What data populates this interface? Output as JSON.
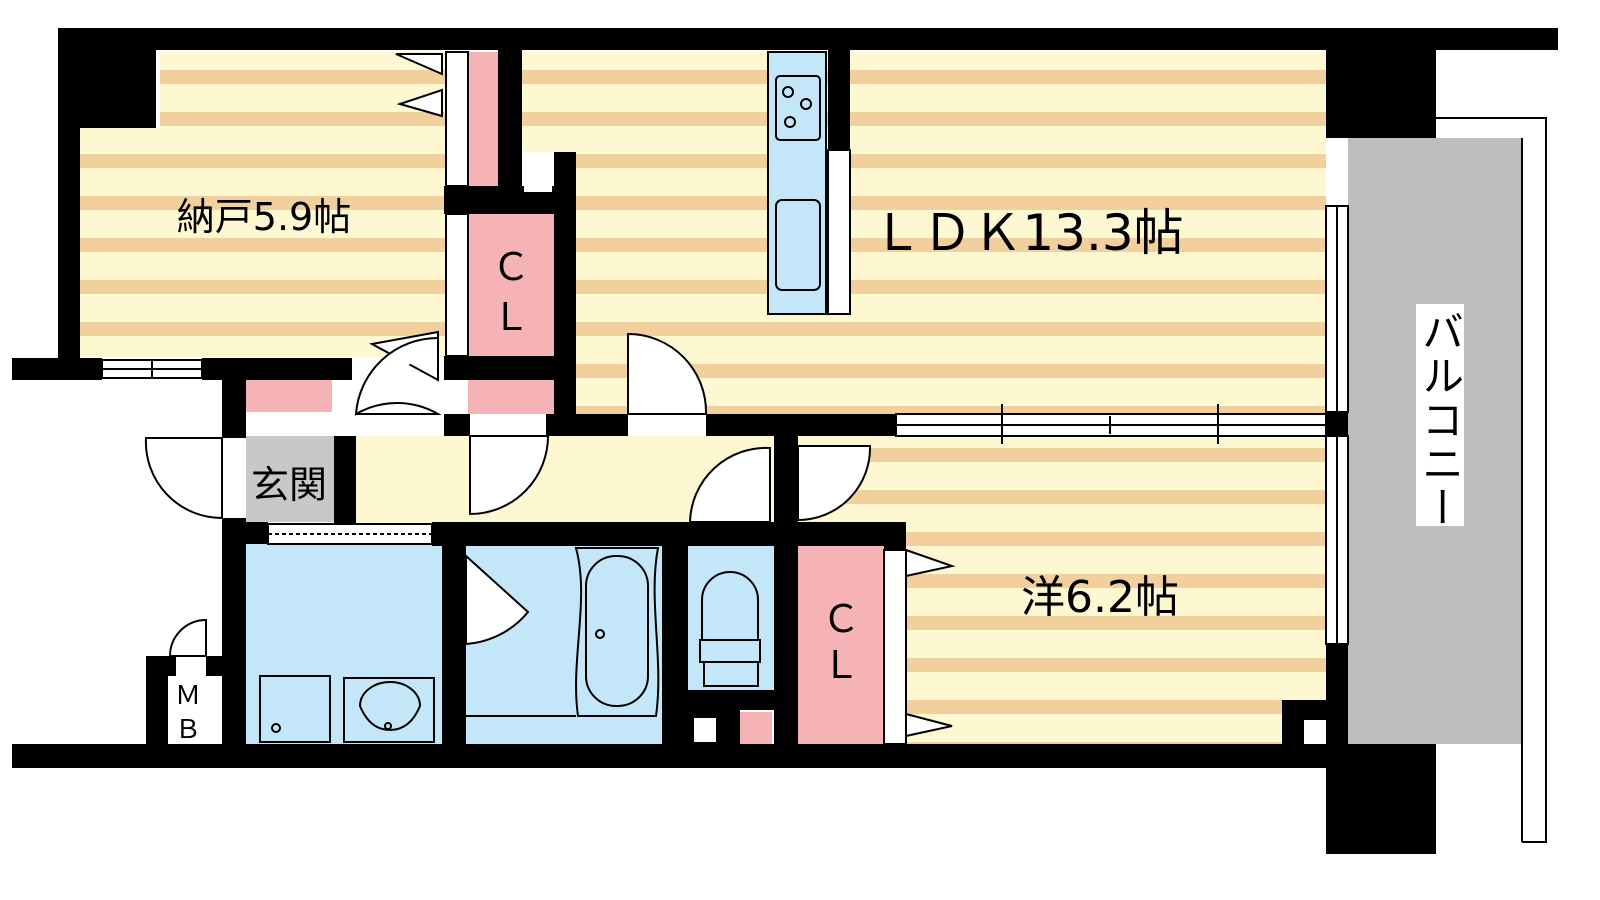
{
  "rooms": {
    "storage": {
      "label": "納戸5.9帖"
    },
    "ldk": {
      "label": "ＬＤＫ13.3帖"
    },
    "western": {
      "label": "洋6.2帖"
    },
    "entrance": {
      "label": "玄関"
    },
    "closet_storage": {
      "label_line1": "Ｃ",
      "label_line2": "Ｌ"
    },
    "closet_western": {
      "label_line1": "Ｃ",
      "label_line2": "Ｌ"
    },
    "meter_box": {
      "label_line1": "Ｍ",
      "label_line2": "Ｂ"
    },
    "balcony": {
      "label": "バルコニー"
    }
  },
  "colors": {
    "floor_stripe_light": "#fdf8d2",
    "floor_stripe_dark": "#f1d09e",
    "wet_area": "#c3e7f8",
    "closet": "#f6b3b6",
    "entrance_floor": "#c8c8c8",
    "balcony": "#bdbdbd",
    "wall": "#000000"
  }
}
